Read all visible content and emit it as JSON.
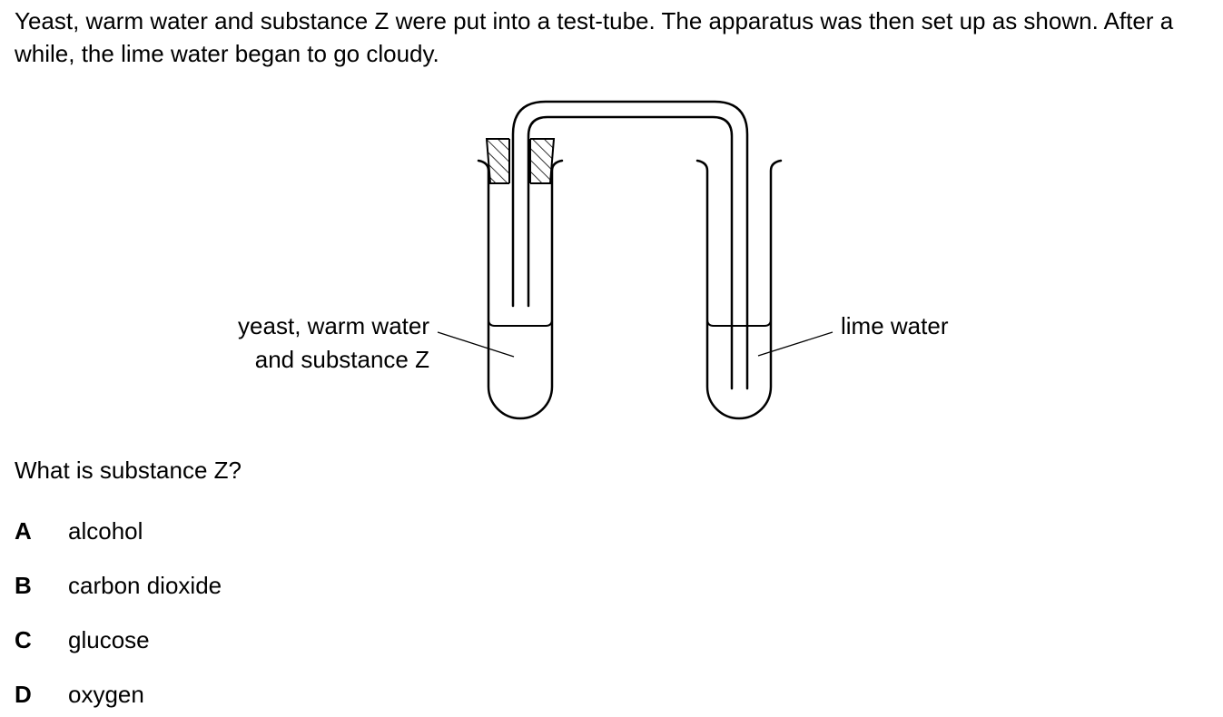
{
  "question": {
    "intro": "Yeast, warm water and substance Z were put into a test-tube. The apparatus was then set up as shown. After a while, the lime water began to go cloudy.",
    "prompt": "What is substance Z?"
  },
  "diagram": {
    "left_label_line1": "yeast, warm water",
    "left_label_line2": "and substance Z",
    "right_label": "lime water"
  },
  "options": [
    {
      "letter": "A",
      "text": "alcohol"
    },
    {
      "letter": "B",
      "text": "carbon dioxide"
    },
    {
      "letter": "C",
      "text": "glucose"
    },
    {
      "letter": "D",
      "text": "oxygen"
    }
  ]
}
